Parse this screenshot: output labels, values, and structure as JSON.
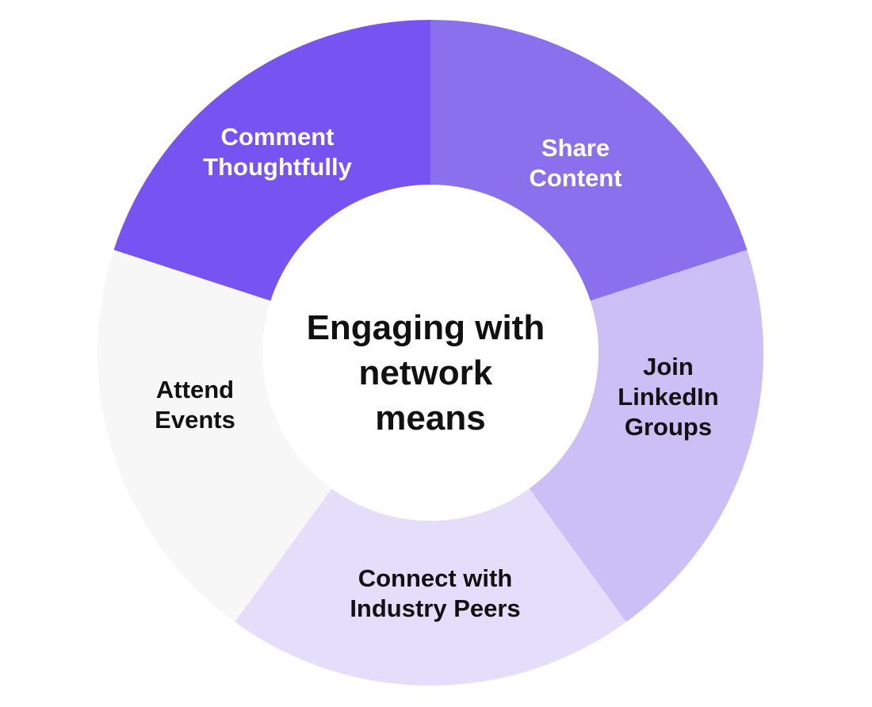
{
  "center": {
    "lines": [
      "Engaging with",
      "network",
      "means"
    ]
  },
  "segments": [
    {
      "name": "share-content",
      "lines": [
        "Share",
        "Content"
      ],
      "color": "#8b70ee",
      "text_color": "#ffffff"
    },
    {
      "name": "join-linkedin-groups",
      "lines": [
        "Join",
        "LinkedIn",
        "Groups"
      ],
      "color": "#cbbff6",
      "text_color": "#111111"
    },
    {
      "name": "connect-with-industry-peers",
      "lines": [
        "Connect with",
        "Industry Peers"
      ],
      "color": "#e5defa",
      "text_color": "#111111"
    },
    {
      "name": "attend-events",
      "lines": [
        "Attend",
        "Events"
      ],
      "color": "#f6f7f6",
      "text_color": "#111111"
    },
    {
      "name": "comment-thoughtfully",
      "lines": [
        "Comment",
        "Thoughtfully"
      ],
      "color": "#7753f2",
      "text_color": "#ffffff"
    }
  ],
  "colors": {
    "hole": "#ffffff",
    "center_text": "#111111"
  }
}
